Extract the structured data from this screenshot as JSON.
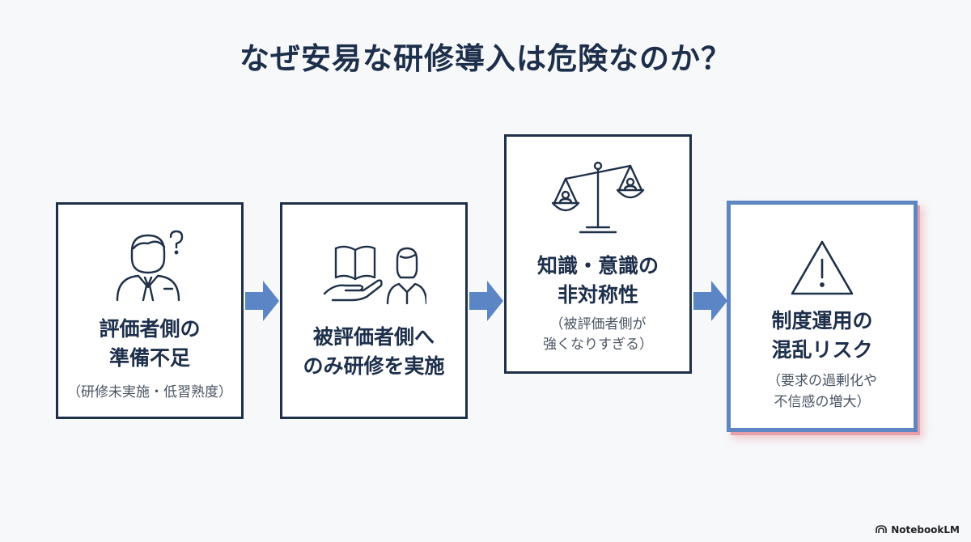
{
  "title": "なぜ安易な研修導入は危険なのか？",
  "cards": [
    {
      "label_line1": "評価者側の",
      "label_line2": "準備不足",
      "sub": "（研修未実施・低習熟度）",
      "icon": "confused-person-icon"
    },
    {
      "label_line1": "被評価者側へ",
      "label_line2": "のみ研修を実施",
      "icon": "book-in-hand-icon"
    },
    {
      "label_line1": "知識・意識の",
      "label_line2": "非対称性",
      "sub_line1": "（被評価者側が",
      "sub_line2": "強くなりすぎる）",
      "icon": "balance-scale-icon"
    },
    {
      "label_line1": "制度運用の",
      "label_line2": "混乱リスク",
      "sub_line1": "（要求の過剰化や",
      "sub_line2": "不信感の増大）",
      "icon": "warning-icon"
    }
  ],
  "colors": {
    "card_border": "#1f3049",
    "arrow": "#5b85c4",
    "highlight_border": "#5e86c2",
    "highlight_shadow": "#e7a0a8",
    "title": "#1d2f4b"
  },
  "brand": "NotebookLM"
}
